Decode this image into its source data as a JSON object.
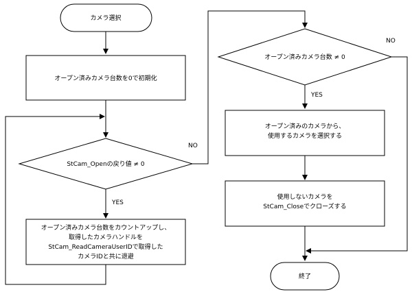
{
  "nodes": {
    "start": "カメラ選択",
    "init": "オープン済みカメラ台数を0で初期化",
    "decision_open": "StCam_Openの戻り値 ≠ 0",
    "save": [
      "オープン済みカメラ台数をカウントアップし、",
      "取得したカメラハンドルを",
      "StCam_ReadCameraUserIDで取得した",
      "カメラIDと共に退避"
    ],
    "decision_count": "オープン済みカメラ台数 ≠ 0",
    "select": [
      "オープン済みのカメラから、",
      "使用するカメラを選択する"
    ],
    "close": [
      "使用しないカメラを",
      "StCam_Closeでクローズする"
    ],
    "end": "終了"
  },
  "edge_labels": {
    "open_no": "NO",
    "open_yes": "YES",
    "count_no": "NO",
    "count_yes": "YES"
  }
}
